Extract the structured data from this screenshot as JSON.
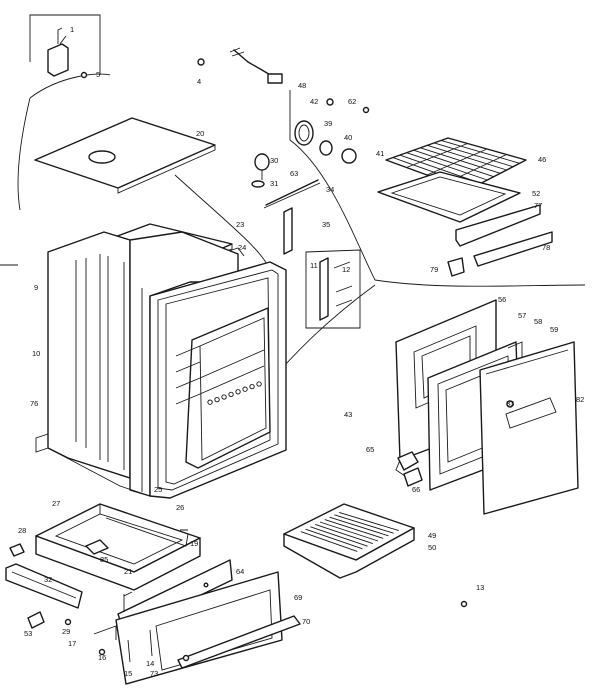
{
  "diagram": {
    "callouts": [
      {
        "id": "c1",
        "text": "1"
      },
      {
        "id": "c5",
        "text": "5"
      },
      {
        "id": "c4",
        "text": "4"
      },
      {
        "id": "c48",
        "text": "48"
      },
      {
        "id": "c42",
        "text": "42"
      },
      {
        "id": "c62",
        "text": "62"
      },
      {
        "id": "c20",
        "text": "20"
      },
      {
        "id": "c39",
        "text": "39"
      },
      {
        "id": "c40",
        "text": "40"
      },
      {
        "id": "c41",
        "text": "41"
      },
      {
        "id": "c46",
        "text": "46"
      },
      {
        "id": "c30",
        "text": "30"
      },
      {
        "id": "c31",
        "text": "31"
      },
      {
        "id": "c63",
        "text": "63"
      },
      {
        "id": "c34",
        "text": "34"
      },
      {
        "id": "c52",
        "text": "52"
      },
      {
        "id": "c77",
        "text": "77"
      },
      {
        "id": "c23",
        "text": "23"
      },
      {
        "id": "c24",
        "text": "24"
      },
      {
        "id": "c35",
        "text": "35"
      },
      {
        "id": "c78",
        "text": "78"
      },
      {
        "id": "c79",
        "text": "79"
      },
      {
        "id": "c9",
        "text": "9"
      },
      {
        "id": "c11",
        "text": "11"
      },
      {
        "id": "c12",
        "text": "12"
      },
      {
        "id": "c10",
        "text": "10"
      },
      {
        "id": "c56",
        "text": "56"
      },
      {
        "id": "c57",
        "text": "57"
      },
      {
        "id": "c58",
        "text": "58"
      },
      {
        "id": "c59",
        "text": "59"
      },
      {
        "id": "c76",
        "text": "76"
      },
      {
        "id": "c43",
        "text": "43"
      },
      {
        "id": "c65",
        "text": "65"
      },
      {
        "id": "c66",
        "text": "66"
      },
      {
        "id": "c83",
        "text": "83"
      },
      {
        "id": "c82",
        "text": "82"
      },
      {
        "id": "c25",
        "text": "25"
      },
      {
        "id": "c26",
        "text": "26"
      },
      {
        "id": "c27",
        "text": "27"
      },
      {
        "id": "c28",
        "text": "28"
      },
      {
        "id": "c19",
        "text": "19"
      },
      {
        "id": "c85",
        "text": "85"
      },
      {
        "id": "c21",
        "text": "21"
      },
      {
        "id": "c64",
        "text": "64"
      },
      {
        "id": "c49",
        "text": "49"
      },
      {
        "id": "c50",
        "text": "50"
      },
      {
        "id": "c32",
        "text": "32"
      },
      {
        "id": "c53",
        "text": "53"
      },
      {
        "id": "c29",
        "text": "29"
      },
      {
        "id": "c17",
        "text": "17"
      },
      {
        "id": "c16",
        "text": "16"
      },
      {
        "id": "c15",
        "text": "15"
      },
      {
        "id": "c14",
        "text": "14"
      },
      {
        "id": "c69",
        "text": "69"
      },
      {
        "id": "c70",
        "text": "70"
      },
      {
        "id": "c73",
        "text": "73"
      },
      {
        "id": "c13",
        "text": "13"
      }
    ]
  }
}
